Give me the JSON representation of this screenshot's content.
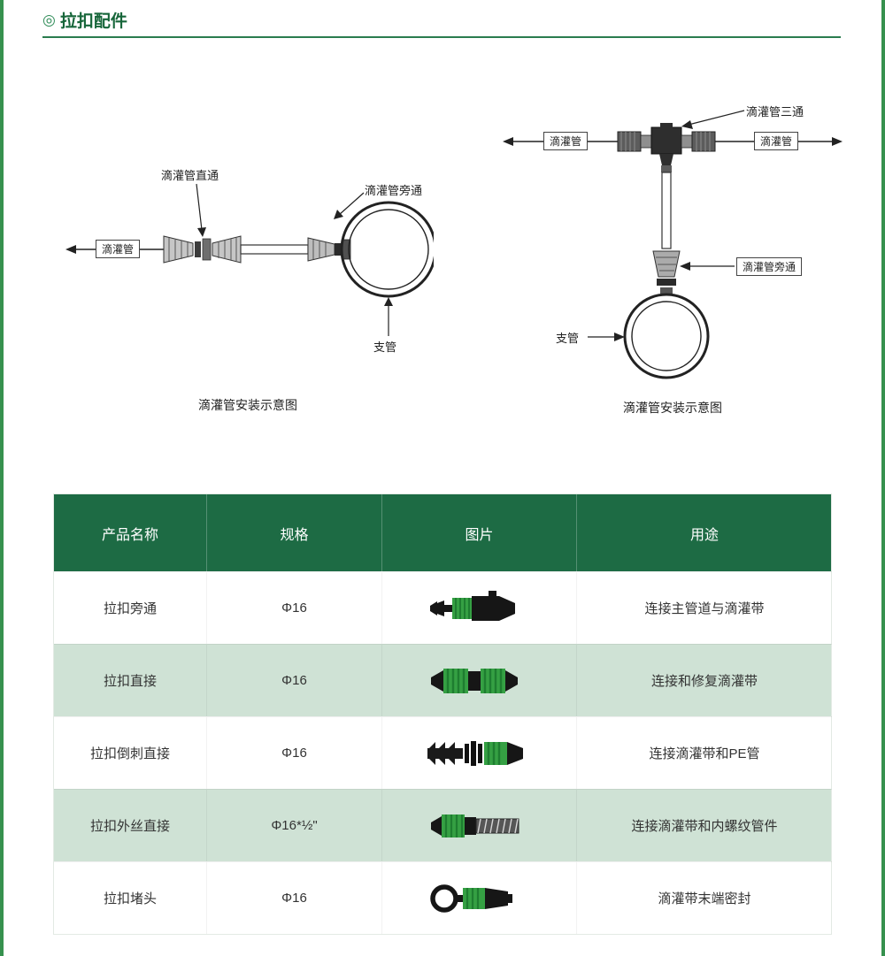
{
  "page": {
    "bullet": "◎",
    "title": "拉扣配件",
    "accent_color": "#1d6b44",
    "row_alt_color": "#cfe2d5"
  },
  "diagram_left": {
    "label_straight": "滴灌管直通",
    "label_bypass": "滴灌管旁通",
    "label_pipe": "滴灌管",
    "label_branch": "支管",
    "caption": "滴灌管安装示意图"
  },
  "diagram_right": {
    "label_tee": "滴灌管三通",
    "label_pipe_left": "滴灌管",
    "label_pipe_right": "滴灌管",
    "label_bypass": "滴灌管旁通",
    "label_branch": "支管",
    "caption": "滴灌管安装示意图"
  },
  "table": {
    "headers": [
      "产品名称",
      "规格",
      "图片",
      "用途"
    ],
    "rows": [
      {
        "name": "拉扣旁通",
        "spec": "Φ16",
        "icon": "bypass-connector",
        "use": "连接主管道与滴灌带"
      },
      {
        "name": "拉扣直接",
        "spec": "Φ16",
        "icon": "straight-coupling",
        "use": "连接和修复滴灌带"
      },
      {
        "name": "拉扣倒刺直接",
        "spec": "Φ16",
        "icon": "barbed-coupling",
        "use": "连接滴灌带和PE管"
      },
      {
        "name": "拉扣外丝直接",
        "spec": "Φ16*½\"",
        "icon": "male-thread-coupling",
        "use": "连接滴灌带和内螺纹管件"
      },
      {
        "name": "拉扣堵头",
        "spec": "Φ16",
        "icon": "end-plug",
        "use": "滴灌带末端密封"
      }
    ]
  }
}
